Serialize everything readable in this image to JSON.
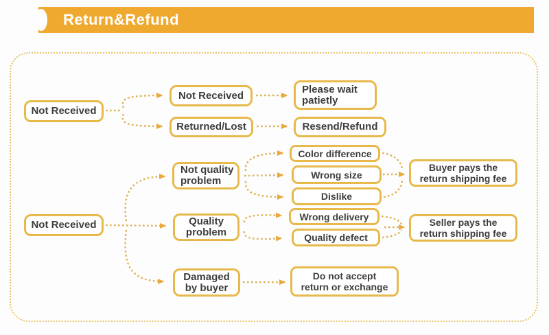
{
  "banner": {
    "title": "Return&Refund"
  },
  "nodes": {
    "l1": {
      "label": "Not Received"
    },
    "m1": {
      "label": "Not Received"
    },
    "m2": {
      "label": "Returned/Lost"
    },
    "r1": {
      "line1": "Please wait",
      "line2": "patietly"
    },
    "r2": {
      "label": "Resend/Refund"
    },
    "l2": {
      "label": "Not Received"
    },
    "m3": {
      "line1": "Not quality",
      "line2": "problem"
    },
    "m4": {
      "line1": "Quality",
      "line2": "problem"
    },
    "c1": {
      "label": "Color difference"
    },
    "c2": {
      "label": "Wrong size"
    },
    "c3": {
      "label": "Dislike"
    },
    "c4": {
      "label": "Wrong delivery"
    },
    "c5": {
      "label": "Quality defect"
    },
    "r3": {
      "line1": "Buyer pays the",
      "line2": "return shipping fee"
    },
    "r4": {
      "line1": "Seller pays the",
      "line2": "return shipping fee"
    },
    "m5": {
      "line1": "Damaged",
      "line2": "by buyer"
    },
    "r5": {
      "line1": "Do not accept",
      "line2": "return or exchange"
    }
  },
  "edges": [
    [
      "l1",
      "m1"
    ],
    [
      "l1",
      "m2"
    ],
    [
      "m1",
      "r1"
    ],
    [
      "m2",
      "r2"
    ],
    [
      "l2",
      "m3"
    ],
    [
      "l2",
      "m4"
    ],
    [
      "l2",
      "m5"
    ],
    [
      "m3",
      "c1"
    ],
    [
      "m3",
      "c2"
    ],
    [
      "m3",
      "c3"
    ],
    [
      "m4",
      "c4"
    ],
    [
      "m4",
      "c5"
    ],
    [
      "c1",
      "r3"
    ],
    [
      "c2",
      "r3"
    ],
    [
      "c3",
      "r3"
    ],
    [
      "c4",
      "r4"
    ],
    [
      "c5",
      "r4"
    ],
    [
      "m5",
      "r5"
    ]
  ],
  "colors": {
    "banner_bg": "#efa92f",
    "box_border": "#e7b94a",
    "arrow": "#e9a93b",
    "dash": "#ddb158",
    "text": "#3d3d3d",
    "container_border": "#e6c565"
  }
}
